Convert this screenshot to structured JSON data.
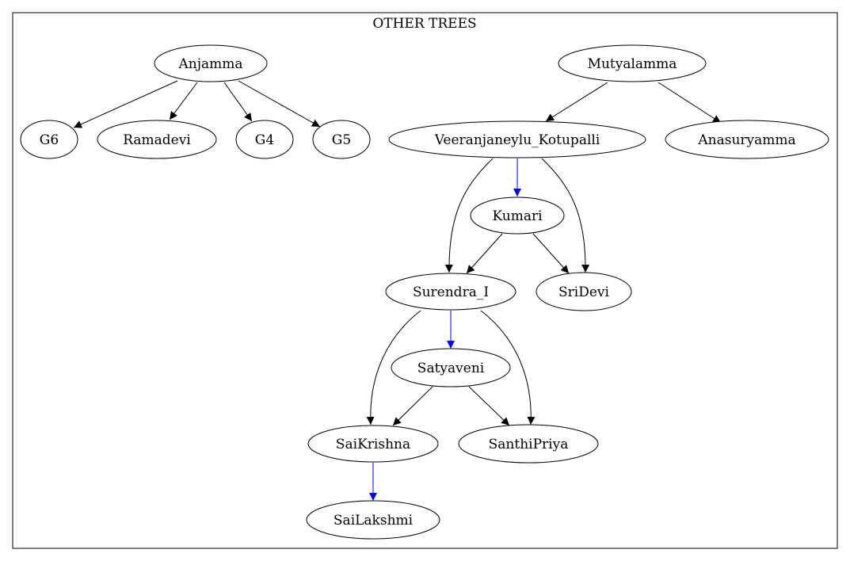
{
  "cluster": {
    "label": "OTHER TREES"
  },
  "colors": {
    "stroke": "#000000",
    "spouse_edge": "#0000ff",
    "background": "#ffffff"
  },
  "nodes": [
    {
      "id": "anjamma",
      "label": "Anjamma"
    },
    {
      "id": "g6",
      "label": "G6"
    },
    {
      "id": "ramadevi",
      "label": "Ramadevi"
    },
    {
      "id": "g4",
      "label": "G4"
    },
    {
      "id": "g5",
      "label": "G5"
    },
    {
      "id": "mutyalamma",
      "label": "Mutyalamma"
    },
    {
      "id": "veeranjaneylu",
      "label": "Veeranjaneylu_Kotupalli"
    },
    {
      "id": "anasuryamma",
      "label": "Anasuryamma"
    },
    {
      "id": "kumari",
      "label": "Kumari"
    },
    {
      "id": "surendra",
      "label": "Surendra_I"
    },
    {
      "id": "sridevi",
      "label": "SriDevi"
    },
    {
      "id": "satyaveni",
      "label": "Satyaveni"
    },
    {
      "id": "saikrishna",
      "label": "SaiKrishna"
    },
    {
      "id": "santhipriya",
      "label": "SanthiPriya"
    },
    {
      "id": "sailakshmi",
      "label": "SaiLakshmi"
    }
  ],
  "edges": [
    {
      "from": "anjamma",
      "to": "g6",
      "kind": "child"
    },
    {
      "from": "anjamma",
      "to": "ramadevi",
      "kind": "child"
    },
    {
      "from": "anjamma",
      "to": "g4",
      "kind": "child"
    },
    {
      "from": "anjamma",
      "to": "g5",
      "kind": "child"
    },
    {
      "from": "mutyalamma",
      "to": "veeranjaneylu",
      "kind": "child"
    },
    {
      "from": "mutyalamma",
      "to": "anasuryamma",
      "kind": "child"
    },
    {
      "from": "veeranjaneylu",
      "to": "kumari",
      "kind": "spouse"
    },
    {
      "from": "veeranjaneylu",
      "to": "surendra",
      "kind": "child"
    },
    {
      "from": "veeranjaneylu",
      "to": "sridevi",
      "kind": "child"
    },
    {
      "from": "kumari",
      "to": "surendra",
      "kind": "child"
    },
    {
      "from": "kumari",
      "to": "sridevi",
      "kind": "child"
    },
    {
      "from": "surendra",
      "to": "satyaveni",
      "kind": "spouse"
    },
    {
      "from": "surendra",
      "to": "saikrishna",
      "kind": "child"
    },
    {
      "from": "surendra",
      "to": "santhipriya",
      "kind": "child"
    },
    {
      "from": "satyaveni",
      "to": "saikrishna",
      "kind": "child"
    },
    {
      "from": "satyaveni",
      "to": "santhipriya",
      "kind": "child"
    },
    {
      "from": "saikrishna",
      "to": "sailakshmi",
      "kind": "spouse"
    }
  ]
}
